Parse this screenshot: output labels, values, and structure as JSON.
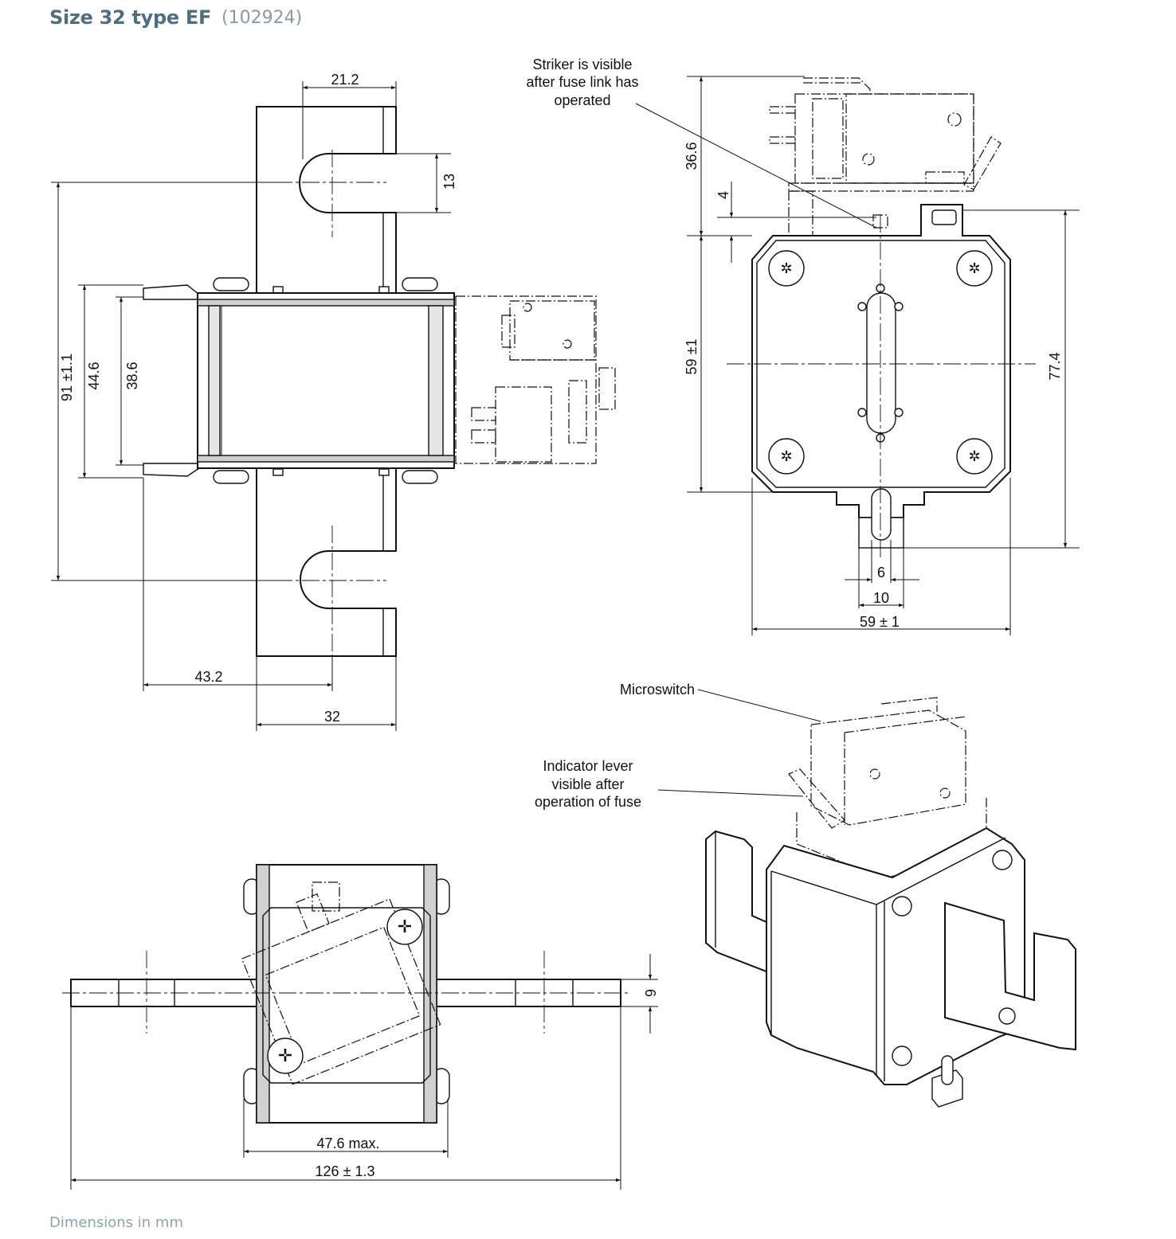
{
  "header": {
    "title": "Size 32 type EF",
    "code": "(102924)"
  },
  "footer": {
    "note": "Dimensions in mm"
  },
  "callouts": {
    "striker": [
      "Striker is visible",
      "after fuse link has",
      "operated"
    ],
    "microswitch": "Microswitch",
    "indicator": [
      "Indicator lever",
      "visible after",
      "operation of fuse"
    ]
  },
  "dimensions": {
    "side_view": {
      "slot_offset": "21.2",
      "slot_width": "13",
      "overall_height": "91 ±1.1",
      "body_height": "44.6",
      "inner_height": "38.6",
      "contact_offset": "43.2",
      "blade_width": "32"
    },
    "end_view": {
      "switch_height": "36.6",
      "striker_height": "4",
      "body_height": "59 ±1",
      "overall_height": "77.4",
      "slot_width": "6",
      "lug_width": "10",
      "body_width": "59 ± 1"
    },
    "top_view": {
      "blade_thickness": "6",
      "body_width": "47.6 max.",
      "overall_length": "126 ± 1.3"
    }
  }
}
